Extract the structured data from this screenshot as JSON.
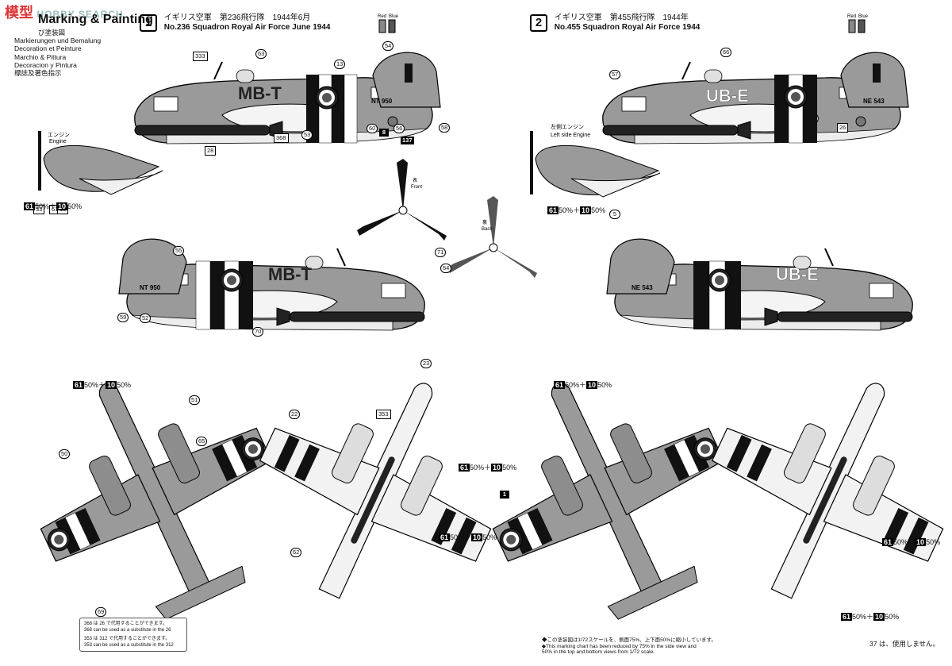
{
  "watermark": {
    "logo_chars": "模型",
    "site_text": "HOBBY SEARCH"
  },
  "header": {
    "title": "Marking & Painting",
    "lines": [
      "び塗装図",
      "Markierungen und Bemalung",
      "Decoration et Peinture",
      "Marchio & Pittura",
      "Decoracion y Pintura",
      "標誌及著色指示"
    ]
  },
  "scheme1": {
    "number": "1",
    "title_jp": "イギリス空軍　第236飛行隊　1944年6月",
    "title_en": "No.236 Squadron Royal Air Force June 1944",
    "code": "MB-T",
    "serial": "NT 950",
    "engine_label_jp": "エンジン",
    "engine_label_en": "Engine",
    "front_jp": "表",
    "front_en": "Front"
  },
  "scheme2": {
    "number": "2",
    "title_jp": "イギリス空軍　第455飛行隊　1944年",
    "title_en": "No.455 Squadron Royal Air Force 1944",
    "code": "UB-E",
    "serial": "NE 543",
    "engine_label_jp": "左側エンジン",
    "engine_label_en": "Left side Engine",
    "back_jp": "裏",
    "back_en": "Back"
  },
  "swatch_labels": {
    "red": "Red",
    "blue": "Blue"
  },
  "mix_label": {
    "a": "61",
    "a_pct": "50%",
    "plus": "＋",
    "b": "10",
    "b_pct": "50%"
  },
  "callouts": [
    "333",
    "63",
    "13",
    "54",
    "368",
    "53",
    "60",
    "8",
    "56",
    "137",
    "58",
    "28",
    "33",
    "61",
    "10",
    "55",
    "59",
    "52",
    "70",
    "71",
    "64",
    "66",
    "57",
    "26",
    "5",
    "51",
    "65",
    "50",
    "69",
    "23",
    "353",
    "22",
    "62",
    "1"
  ],
  "substitute_box": {
    "line1_jp": "368 は 26 で代用することができます。",
    "line1_en": "368 can be used as a substitute in the 26",
    "line2_jp": "353 は 312 で代用することができます。",
    "line2_en": "353 can be used as a substitute in the 312"
  },
  "footnotes": [
    "◆この塗装図は1/72スケールを、側面75%、上下面50%に縮小しています。",
    "◆This marking chart has been reduced by 75% in the side view and",
    "50% in the top and bottom views from 1/72 scale."
  ],
  "unused_note": "37 は、使用しません。",
  "colors": {
    "camo": "#9a9a9a",
    "light": "#ececec",
    "dark": "#111111",
    "roundel_blue": "#6e6e6e",
    "roundel_red": "#7a7a7a"
  }
}
